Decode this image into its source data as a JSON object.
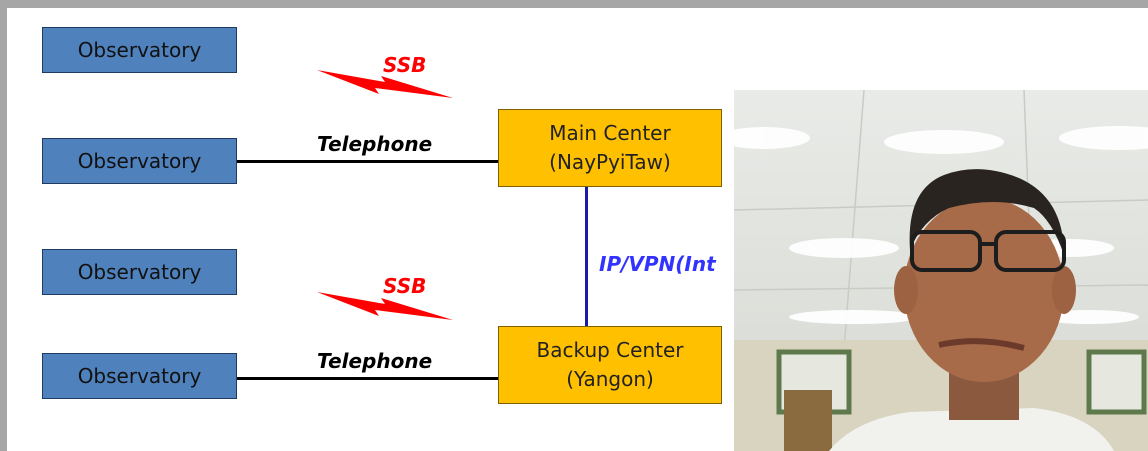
{
  "diagram": {
    "observatories": [
      "Observatory",
      "Observatory",
      "Observatory",
      "Observatory"
    ],
    "main_center": {
      "line1": "Main Center",
      "line2": "(NayPyiTaw)"
    },
    "backup_center": {
      "line1": "Backup Center",
      "line2": "(Yangon)"
    },
    "links": {
      "telephone_top": "Telephone",
      "telephone_bottom": "Telephone",
      "ssb_top": "SSB",
      "ssb_bottom": "SSB",
      "ip_vpn": "IP/VPN(Int"
    }
  },
  "colors": {
    "observatory_fill": "#4f81bd",
    "center_fill": "#ffc000",
    "ssb": "#ff0000",
    "ip_link": "#3333ff"
  },
  "video_overlay": {
    "icon": "webcam-person"
  }
}
